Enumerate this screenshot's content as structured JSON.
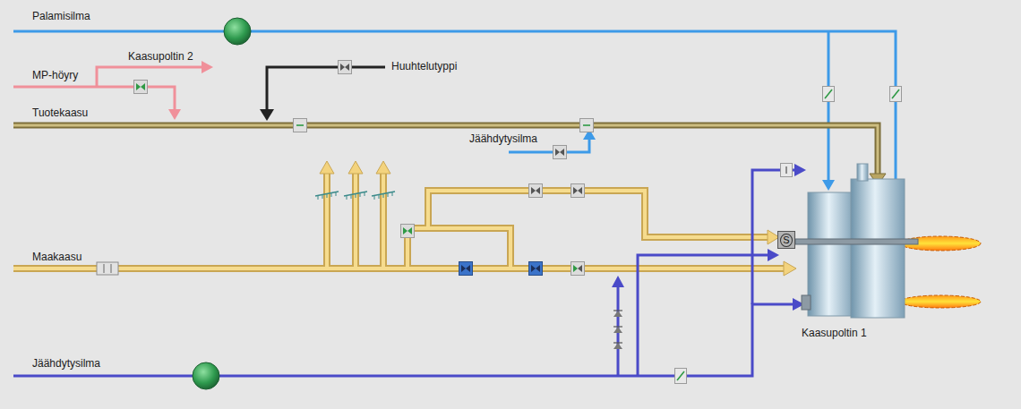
{
  "diagram": {
    "nodes": [
      {
        "text": [
          "Kaasupoltin 1"
        ]
      },
      {
        "text": [
          "S"
        ],
        "in": 0
      }
    ],
    "labels": [
      "Palamisilma",
      "MP-höyry",
      "Kaasupoltin 2",
      "Huuhtelutyppi",
      "Tuotekaasu",
      "Jäähdytysilma",
      "Maakaasu",
      "Jäähdytysilma"
    ]
  }
}
